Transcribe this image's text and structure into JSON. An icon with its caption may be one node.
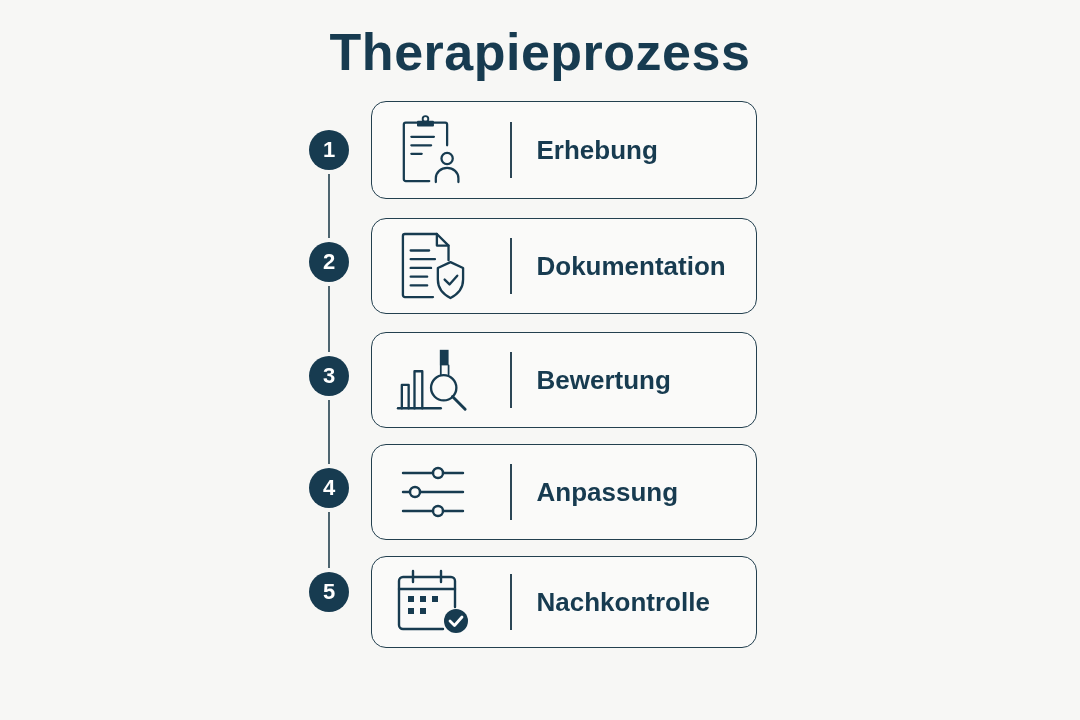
{
  "diagram": {
    "title": "Therapieprozess",
    "nodes": [
      {
        "text": [
          "1"
        ]
      },
      {
        "text": [
          "Erhebung"
        ]
      },
      {
        "text": [
          "2"
        ]
      },
      {
        "text": [
          "Dokumentation"
        ]
      },
      {
        "text": [
          "3"
        ]
      },
      {
        "text": [
          "Bewertung"
        ]
      },
      {
        "text": [
          "4"
        ]
      },
      {
        "text": [
          "Anpassung"
        ]
      },
      {
        "text": [
          "5"
        ]
      },
      {
        "text": [
          "Nachkontrolle"
        ]
      }
    ],
    "edges": [
      {
        "from": 0,
        "to": 2,
        "arrow": "none"
      },
      {
        "from": 2,
        "to": 4,
        "arrow": "none"
      },
      {
        "from": 4,
        "to": 6,
        "arrow": "none"
      },
      {
        "from": 6,
        "to": 8,
        "arrow": "none"
      }
    ]
  }
}
